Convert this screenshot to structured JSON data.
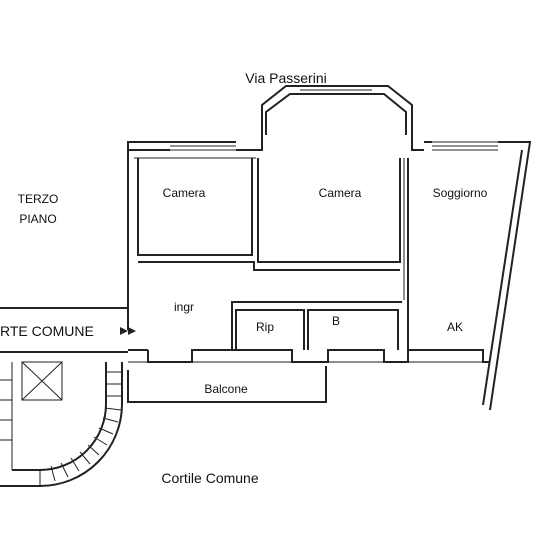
{
  "street": "Via Passerini",
  "floor": {
    "line1": "TERZO",
    "line2": "PIANO"
  },
  "rooms": {
    "camera_left": "Camera",
    "camera_center": "Camera",
    "soggiorno": "Soggiorno",
    "ingresso": "ingr",
    "ripostiglio": "Rip",
    "bagno": "B",
    "angolo_cottura": "AK",
    "balcone": "Balcone"
  },
  "shared_area": "RTE COMUNE",
  "courtyard": "Cortile Comune",
  "colors": {
    "line": "#222222",
    "background": "#ffffff"
  }
}
